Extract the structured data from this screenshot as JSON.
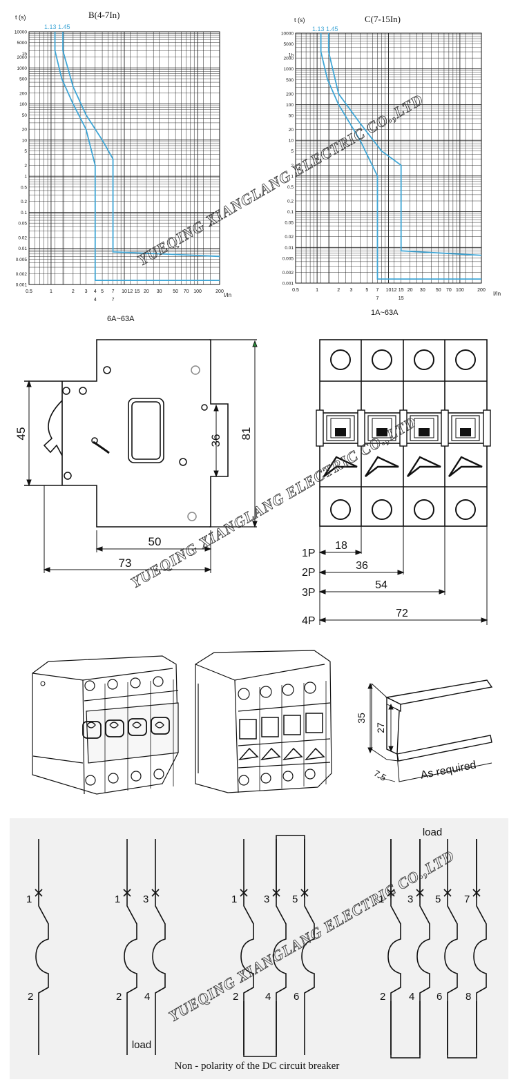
{
  "watermark": "YUEQING XIANGLANG ELECTRIC CO.,LTD",
  "colors": {
    "curve": "#3fa6d6",
    "ink": "#111111",
    "bottom_panel": "#f1f1f1"
  },
  "charts": {
    "y_axis_label": "t (s)",
    "x_axis_label": "I/In",
    "y_ticks": [
      "10000",
      "5000",
      "1h",
      "2000",
      "1000",
      "500",
      "200",
      "100",
      "50",
      "20",
      "10",
      "5",
      "2",
      "1",
      "0.5",
      "0.2",
      "0.1",
      "0.05",
      "0.02",
      "0.01",
      "0.005",
      "0.002",
      "0.001"
    ],
    "x_ticks_main": [
      "0.5",
      "1",
      "2",
      "3",
      "4",
      "5",
      "7",
      "10",
      "12",
      "15",
      "20",
      "30",
      "50",
      "70",
      "100",
      "200"
    ],
    "b": {
      "title": "B(4-7In)",
      "marker": "1.13 1.45",
      "range": "6A~63A",
      "sub_ticks": [
        "4",
        "7"
      ],
      "x_ticks": [
        "0.5",
        "1",
        "2",
        "3",
        "4",
        "5",
        "7",
        "10",
        "12",
        "15",
        "20",
        "30",
        "50",
        "70",
        "100",
        "200"
      ]
    },
    "c": {
      "title": "C(7-15In)",
      "marker": "1.13 1.45",
      "range": "1A~63A",
      "sub_ticks": [
        "7",
        "15"
      ],
      "x_ticks": [
        "0.5",
        "1",
        "2",
        "3",
        "5",
        "7",
        "10",
        "12",
        "15",
        "20",
        "30",
        "50",
        "70",
        "100",
        "200"
      ]
    }
  },
  "chart_data": [
    {
      "type": "line",
      "title": "B(4-7In)",
      "xlabel": "I/In",
      "ylabel": "t (s)",
      "x_scale": "log",
      "y_scale": "log",
      "xlim": [
        0.5,
        200
      ],
      "ylim": [
        0.001,
        10000
      ],
      "series": [
        {
          "x": [
            1.13,
            1.13,
            1.4,
            2,
            3,
            4,
            4,
            4,
            200
          ],
          "y": [
            10000,
            3000,
            500,
            100,
            20,
            2,
            0.5,
            0.0013,
            0.0013
          ]
        },
        {
          "x": [
            1.45,
            1.45,
            2,
            3,
            5,
            7,
            7,
            7,
            200
          ],
          "y": [
            10000,
            3000,
            300,
            50,
            10,
            3,
            1,
            0.008,
            0.006
          ]
        }
      ]
    },
    {
      "type": "line",
      "title": "C(7-15In)",
      "xlabel": "I/In",
      "ylabel": "t (s)",
      "x_scale": "log",
      "y_scale": "log",
      "xlim": [
        0.5,
        200
      ],
      "ylim": [
        0.001,
        10000
      ],
      "series": [
        {
          "x": [
            1.13,
            1.13,
            1.4,
            2,
            4,
            7,
            7,
            7,
            200
          ],
          "y": [
            10000,
            3000,
            500,
            100,
            10,
            1,
            0.5,
            0.0013,
            0.0013
          ]
        },
        {
          "x": [
            1.45,
            1.45,
            2,
            4,
            8,
            15,
            15,
            15,
            200
          ],
          "y": [
            10000,
            3000,
            200,
            30,
            5,
            2,
            0.5,
            0.008,
            0.006
          ]
        }
      ]
    }
  ],
  "dimensions": {
    "side": {
      "height_45": "45",
      "height_36": "36",
      "height_81": "81",
      "width_50": "50",
      "width_73": "73"
    },
    "front": {
      "p1": "1P",
      "p2": "2P",
      "p3": "3P",
      "p4": "4P",
      "w1": "18",
      "w2": "36",
      "w3": "54",
      "w4": "72"
    },
    "rail": {
      "h35": "35",
      "h27": "27",
      "w75": "7.5",
      "length": "As required"
    }
  },
  "wiring": {
    "caption": "Non - polarity of the DC circuit breaker",
    "load_top": "load",
    "load_bottom": "load",
    "p1": {
      "top": [
        "1"
      ],
      "bottom": [
        "2"
      ]
    },
    "p2": {
      "top": [
        "1",
        "3"
      ],
      "bottom": [
        "2",
        "4"
      ]
    },
    "p3": {
      "top": [
        "1",
        "3",
        "5"
      ],
      "bottom": [
        "2",
        "4",
        "6"
      ]
    },
    "p4": {
      "top": [
        "1",
        "3",
        "5",
        "7"
      ],
      "bottom": [
        "2",
        "4",
        "6",
        "8"
      ]
    }
  }
}
